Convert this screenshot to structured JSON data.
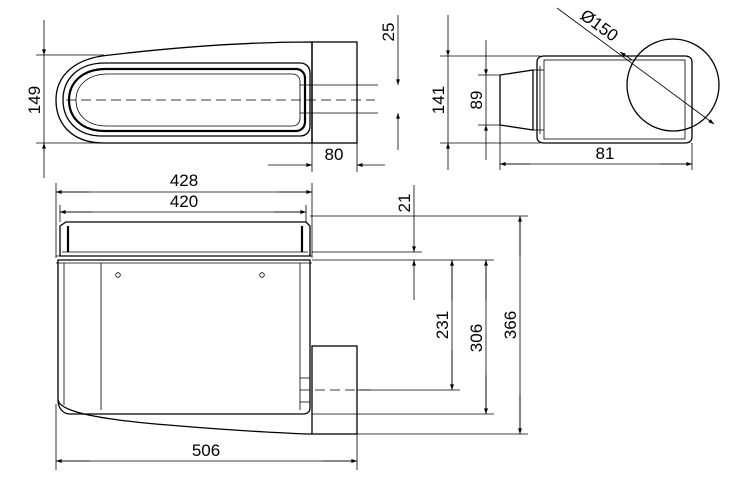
{
  "dimensions": {
    "top_view": {
      "height_label": "149",
      "offset_label": "25",
      "spigot_label": "80"
    },
    "side_view": {
      "height_label": "141",
      "spigot_height_label": "89",
      "depth_label": "81",
      "diameter_label": "Ø150"
    },
    "front_view": {
      "width_outer_label": "428",
      "width_inner_label": "420",
      "lip_label": "21",
      "spigot_top_label": "231",
      "body_height_label": "306",
      "total_height_label": "366",
      "total_length_label": "506"
    }
  }
}
